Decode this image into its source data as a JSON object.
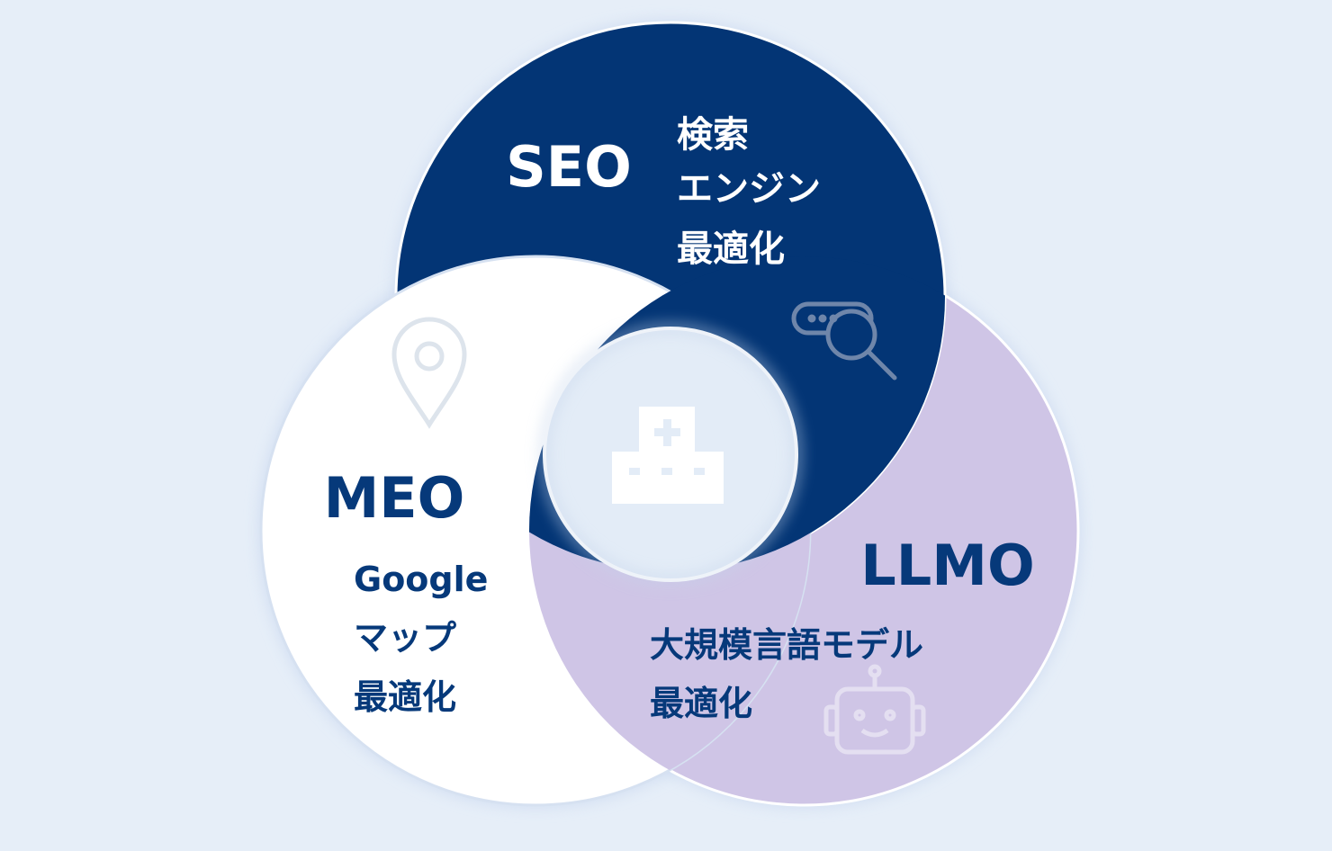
{
  "diagram": {
    "seo": {
      "title": "SEO",
      "lines": [
        "検索",
        "エンジン",
        "最適化"
      ],
      "icon": "search-bar-magnifier-icon",
      "color": "#033575"
    },
    "meo": {
      "title": "MEO",
      "lines": [
        "Google",
        "マップ",
        "最適化"
      ],
      "icon": "map-pin-icon",
      "color": "#ffffff"
    },
    "llmo": {
      "title": "LLMO",
      "lines": [
        "大規模言語モデル",
        "最適化"
      ],
      "icon": "robot-icon",
      "color": "#cfc5e6"
    },
    "center": {
      "icon": "hospital-building-icon"
    },
    "text_color": "#06397a",
    "background": "#e6eef8"
  }
}
